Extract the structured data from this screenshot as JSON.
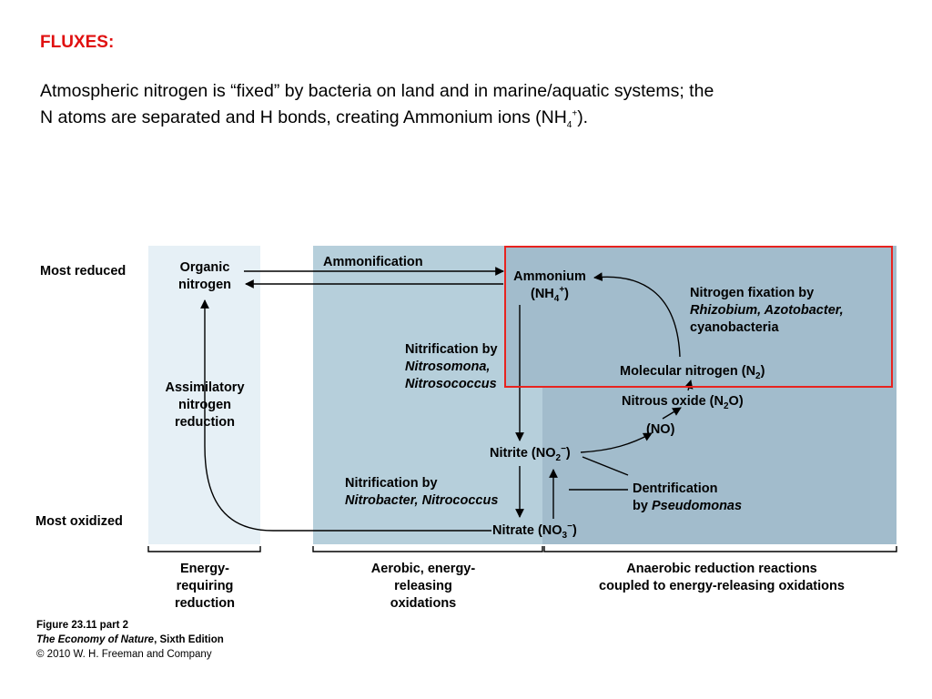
{
  "slide": {
    "heading": "FLUXES:",
    "body_line1": "Atmospheric nitrogen is “fixed” by bacteria on land and in marine/aquatic systems; the",
    "body_line2_pre": "N atoms are separated and H bonds, creating Ammonium ions (NH",
    "body_line2_sub": "4",
    "body_line2_sup": "+",
    "body_line2_post": ")."
  },
  "diagram": {
    "axis": {
      "top": "Most reduced",
      "bottom": "Most oxidized"
    },
    "nodes": {
      "organic_l1": "Organic",
      "organic_l2": "nitrogen",
      "ammonium_l1": "Ammonium",
      "ammonium_l2_pre": "(NH",
      "ammonium_l2_sub": "4",
      "ammonium_l2_sup": "+",
      "ammonium_l2_post": ")",
      "molecular_pre": "Molecular nitrogen (N",
      "molecular_sub": "2",
      "molecular_post": ")",
      "nitrous_pre": "Nitrous oxide (N",
      "nitrous_sub": "2",
      "nitrous_post": "O)",
      "no": "(NO)",
      "nitrite_pre": "Nitrite (NO",
      "nitrite_sub": "2",
      "nitrite_sup": "−",
      "nitrite_post": ")",
      "nitrate_pre": "Nitrate (NO",
      "nitrate_sub": "3",
      "nitrate_sup": "−",
      "nitrate_post": ")"
    },
    "processes": {
      "ammonification": "Ammonification",
      "assim_l1": "Assimilatory",
      "assim_l2": "nitrogen",
      "assim_l3": "reduction",
      "nitrif1_l1": "Nitrification by",
      "nitrif1_l2": "Nitrosomona,",
      "nitrif1_l3": "Nitrosococcus",
      "fixation_l1": "Nitrogen fixation by",
      "fixation_l2": "Rhizobium, Azotobacter,",
      "fixation_l3": "cyanobacteria",
      "nitrif2_l1": "Nitrification by",
      "nitrif2_l2": "Nitrobacter, Nitrococcus",
      "denit_l1": "Dentrification",
      "denit_l2_pre": "by ",
      "denit_l2_it": "Pseudomonas"
    },
    "brackets": {
      "left_l1": "Energy-",
      "left_l2": "requiring",
      "left_l3": "reduction",
      "mid_l1": "Aerobic, energy-",
      "mid_l2": "releasing",
      "mid_l3": "oxidations",
      "right_l1": "Anaerobic reduction reactions",
      "right_l2": "coupled to energy-releasing oxidations"
    },
    "credits": {
      "line1": "Figure 23.11 part 2",
      "line2_it": "The Economy of Nature",
      "line2_rest": ", Sixth Edition",
      "line3": "© 2010 W. H. Freeman and Company"
    },
    "colors": {
      "heading": "#e01010",
      "highlight": "#e8231f",
      "panel_left": "#e6f0f6",
      "panel_mid": "#b6cfdb",
      "panel_right": "#a2bccc"
    }
  }
}
